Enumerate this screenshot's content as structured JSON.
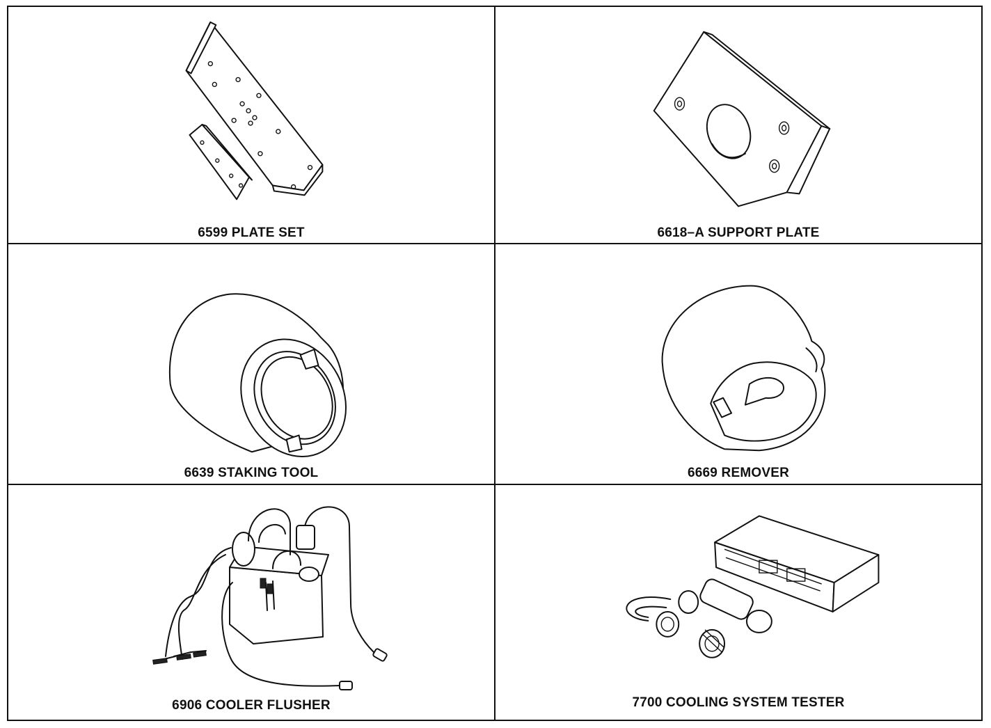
{
  "tools": [
    {
      "caption": "6599 PLATE SET",
      "icon": "plate-set-icon"
    },
    {
      "caption": "6618–A SUPPORT PLATE",
      "icon": "support-plate-icon"
    },
    {
      "caption": "6639 STAKING TOOL",
      "icon": "staking-tool-icon"
    },
    {
      "caption": "6669 REMOVER",
      "icon": "remover-icon"
    },
    {
      "caption": "6906 COOLER FLUSHER",
      "icon": "cooler-flusher-icon"
    },
    {
      "caption": "7700 COOLING SYSTEM TESTER",
      "icon": "cooling-system-tester-icon"
    }
  ]
}
